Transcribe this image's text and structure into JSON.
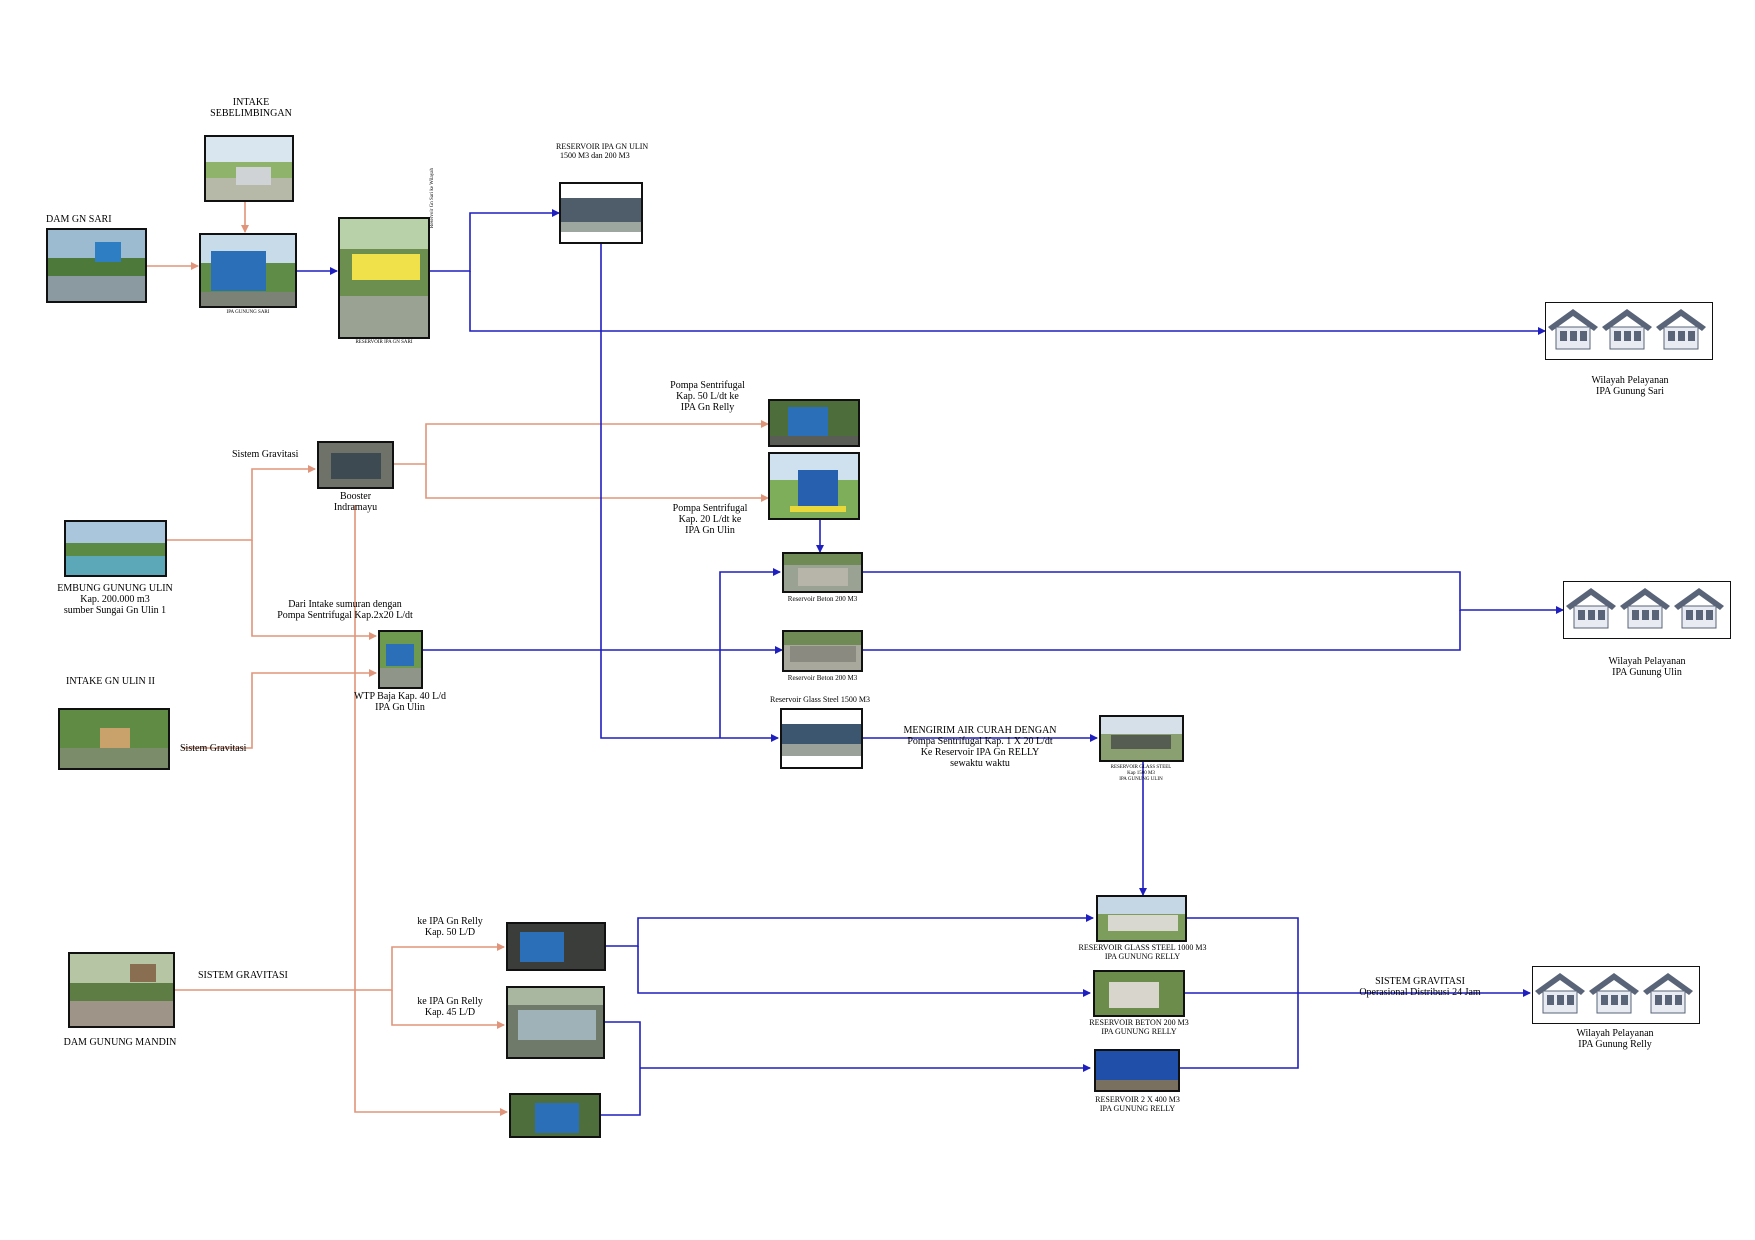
{
  "colors": {
    "pipe_blue": "#1f1fbf",
    "gravity_pink": "#e0957a",
    "roof": "#5a6478",
    "wall": "#e8ecf2"
  },
  "labels": {
    "intake_sebelimbingan": [
      "INTAKE",
      "SEBELIMBINGAN"
    ],
    "intake_sebelimbingan_caption": "",
    "dam_gn_sari": "DAM GN SARI",
    "ipa_gn_sari_caption": "IPA GUNUNG SARI",
    "reservoir_gn_sari_caption": "RESERVOIR IPA GN SARI",
    "vertical_note": "Reservoir Gn Sari ke Wilayah",
    "reservoir_ipa_gn_ulin": [
      "RESERVOIR IPA GN ULIN",
      "1500 M3 dan 200 M3"
    ],
    "wilayah_gn_sari": [
      "Wilayah Pelayanan",
      "IPA Gunung Sari"
    ],
    "pompa_50": [
      "Pompa Sentrifugal",
      "Kap.  50 L/dt ke",
      "IPA Gn Relly"
    ],
    "pompa_20": [
      "Pompa Sentrifugal",
      "Kap.  20 L/dt ke",
      "IPA Gn Ulin"
    ],
    "sistem_gravitasi_1": "Sistem Gravitasi",
    "booster": [
      "Booster",
      "Indramayu"
    ],
    "embung": [
      "EMBUNG GUNUNG ULIN",
      "Kap. 200.000 m3",
      "sumber Sungai Gn Ulin 1"
    ],
    "dari_intake": [
      "Dari Intake sumuran dengan",
      "Pompa Sentrifugal Kap.2x20 L/dt"
    ],
    "reservoir_beton_1": "Reservoir Beton 200 M3",
    "reservoir_beton_2": "Reservoir Beton 200 M3",
    "reservoir_glass_steel": "Reservoir Glass Steel 1500 M3",
    "wilayah_gn_ulin": [
      "Wilayah Pelayanan",
      "IPA Gunung Ulin"
    ],
    "intake_gn_ulin_ii": "INTAKE GN ULIN II",
    "sistem_gravitasi_2": "Sistem Gravitasi",
    "wtp_baja": [
      "WTP Baja Kap. 40 L/d",
      "IPA Gn Ulin"
    ],
    "mengirim": [
      "MENGIRIM AIR CURAH DENGAN",
      "Pompa Sentrifugal Kap. 1 X 20 L/dt",
      "Ke Reservoir IPA Gn RELLY",
      "sewaktu waktu"
    ],
    "reservoir_relly_top_caption": [
      "RESERVOIR GLASS STEEL",
      "Kap 1500 M3",
      "IPA GUNUNG ULIN"
    ],
    "ke_relly_50": [
      "ke IPA Gn Relly",
      "Kap. 50 L/D"
    ],
    "ke_relly_45": [
      "ke IPA Gn Relly",
      "Kap. 45 L/D"
    ],
    "sistem_gravitasi_caps": "SISTEM GRAVITASI",
    "dam_gunung_mandin": "DAM GUNUNG MANDIN",
    "res_glass_steel_relly": [
      "RESERVOIR GLASS STEEL 1000 M3",
      "IPA GUNUNG RELLY"
    ],
    "res_beton_relly": [
      "RESERVOIR BETON 200 M3",
      "IPA GUNUNG RELLY"
    ],
    "res_2x400_relly": [
      "RESERVOIR    2 X 400 M3",
      "IPA GUNUNG RELLY"
    ],
    "sistem_gravitasi_3": [
      "SISTEM GRAVITASI",
      "Operasional Distribusi 24 Jam"
    ],
    "wilayah_gn_relly": [
      "Wilayah Pelayanan",
      "IPA Gunung Relly"
    ]
  }
}
